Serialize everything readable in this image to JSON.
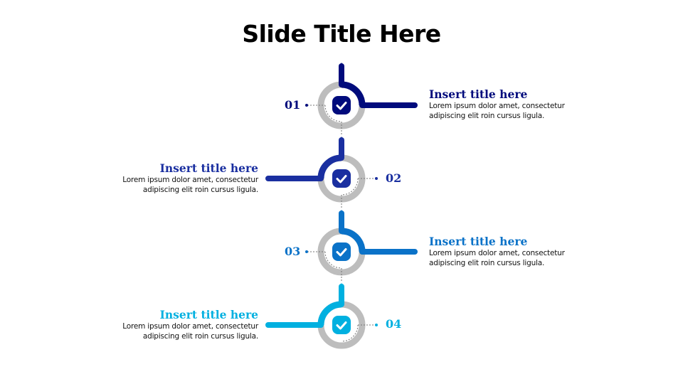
{
  "slide": {
    "title": "Slide Title Here"
  },
  "steps": [
    {
      "number": "01",
      "title": "Insert title here",
      "body_line1": "Lorem ipsum dolor amet, consectetur",
      "body_line2": "adipiscing  elit roin cursus ligula.",
      "color": "#000b7c",
      "side": "right",
      "icon": "checkmark-icon"
    },
    {
      "number": "02",
      "title": "Insert title here",
      "body_line1": "Lorem ipsum dolor amet, consectetur",
      "body_line2": "adipiscing  elit roin cursus ligula.",
      "color": "#1a2fa0",
      "side": "left",
      "icon": "checkmark-icon"
    },
    {
      "number": "03",
      "title": "Insert title here",
      "body_line1": "Lorem ipsum dolor amet, consectetur",
      "body_line2": "adipiscing  elit roin cursus ligula.",
      "color": "#0a72c8",
      "side": "right",
      "icon": "checkmark-icon"
    },
    {
      "number": "04",
      "title": "Insert title here",
      "body_line1": "Lorem ipsum dolor amet, consectetur",
      "body_line2": "adipiscing  elit roin cursus ligula.",
      "color": "#00b0e0",
      "side": "left",
      "icon": "checkmark-icon"
    }
  ],
  "colors": {
    "ring_gray": "#bdbdbd",
    "dotted_line": "#777777"
  }
}
